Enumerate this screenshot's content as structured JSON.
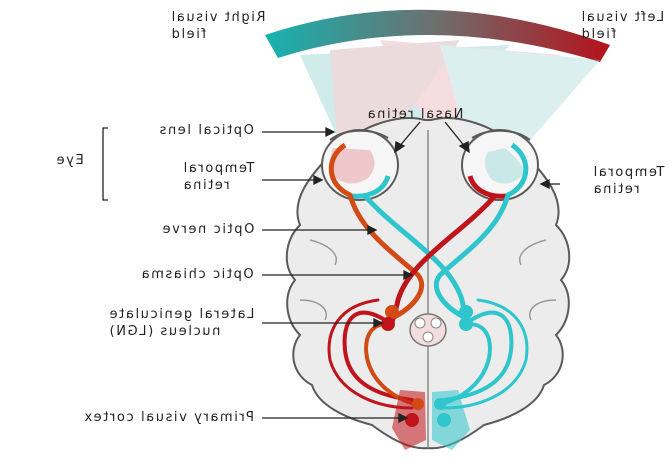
{
  "labels": {
    "right_visual_field": [
      "Right visual",
      "field"
    ],
    "left_visual_field": [
      "Left visual",
      "field"
    ],
    "nasal_retina": "Nasal retina",
    "optical_lens": "Optical lens",
    "eye": "Eye",
    "temporal_retina_left": [
      "Temporal",
      "retina"
    ],
    "temporal_retina_right": [
      "Temporal",
      "retina"
    ],
    "optic_nerve": "Optic nerve",
    "optic_chiasma": "Optic chiasma",
    "lgn": [
      "Lateral geniculate",
      "nucleus (LGN)"
    ],
    "primary_visual_cortex": "Primary visual cortex"
  },
  "colors": {
    "field_teal": "#1fb5b5",
    "field_red": "#b5121b",
    "red_pathway": "#c0141c",
    "orange_pathway": "#d24a14",
    "cyan_pathway": "#2ec6cc",
    "brain_fill": "#ededed",
    "brain_stroke": "#555555"
  }
}
